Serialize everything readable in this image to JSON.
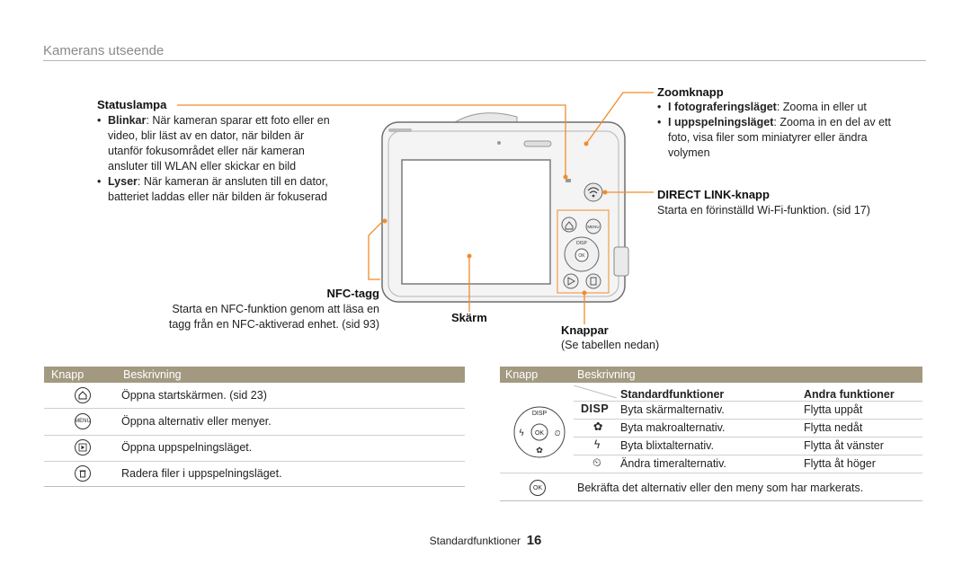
{
  "header": {
    "title": "Kamerans utseende"
  },
  "callouts": {
    "statuslampa": {
      "title": "Statuslampa",
      "items": [
        {
          "term": "Blinkar",
          "text": ": När kameran sparar ett foto eller en video, blir läst av en dator, när bilden är utanför fokusområdet eller när kameran ansluter till WLAN eller skickar en bild"
        },
        {
          "term": "Lyser",
          "text": ": När kameran är ansluten till en dator, batteriet laddas eller när bilden är fokuserad"
        }
      ]
    },
    "nfc": {
      "title": "NFC-tagg",
      "text": "Starta en NFC-funktion genom att läsa en tagg från en NFC-aktiverad enhet. (sid 93)"
    },
    "skarm": {
      "title": "Skärm"
    },
    "zoom": {
      "title": "Zoomknapp",
      "items": [
        {
          "term": "I fotograferingsläget",
          "text": ": Zooma in eller ut"
        },
        {
          "term": "I uppspelningsläget",
          "text": ": Zooma in en del av ett foto, visa filer som miniatyrer eller ändra volymen"
        }
      ]
    },
    "direct": {
      "title": "DIRECT LINK-knapp",
      "text": "Starta en förinställd Wi-Fi-funktion. (sid 17)"
    },
    "knappar": {
      "title": "Knappar",
      "text": "(Se tabellen nedan)"
    }
  },
  "camera_labels": {
    "disp": "DISP",
    "ok": "OK",
    "menu": "MENU"
  },
  "left_table": {
    "headers": [
      "Knapp",
      "Beskrivning"
    ],
    "rows": [
      {
        "icon": "home-icon",
        "desc": "Öppna startskärmen. (sid 23)"
      },
      {
        "icon": "menu-icon",
        "icon_text": "MENU",
        "desc": "Öppna alternativ eller menyer."
      },
      {
        "icon": "play-icon",
        "desc": "Öppna uppspelningsläget."
      },
      {
        "icon": "trash-icon",
        "desc": "Radera filer i uppspelningsläget."
      }
    ]
  },
  "right_table": {
    "headers": [
      "Knapp",
      "Beskrivning"
    ],
    "sub_headers": [
      "Standardfunktioner",
      "Andra funktioner"
    ],
    "dpad": {
      "disp": "DISP",
      "ok": "OK"
    },
    "rows": [
      {
        "icon": "disp-icon",
        "icon_text": "DISP",
        "std": "Byta skärmalternativ.",
        "other": "Flytta uppåt"
      },
      {
        "icon": "macro-icon",
        "icon_text": "✿",
        "std": "Byta makroalternativ.",
        "other": "Flytta nedåt"
      },
      {
        "icon": "flash-icon",
        "icon_text": "ϟ",
        "std": "Byta blixtalternativ.",
        "other": "Flytta åt vänster"
      },
      {
        "icon": "timer-icon",
        "icon_text": "⏲",
        "std": "Ändra timeralternativ.",
        "other": "Flytta åt höger"
      }
    ],
    "ok_row": {
      "icon_text": "OK",
      "desc": "Bekräfta det alternativ eller den meny som har markerats."
    }
  },
  "footer": {
    "section": "Standardfunktioner",
    "page": "16"
  },
  "colors": {
    "accent": "#f28c28",
    "table_header": "#a39981"
  }
}
